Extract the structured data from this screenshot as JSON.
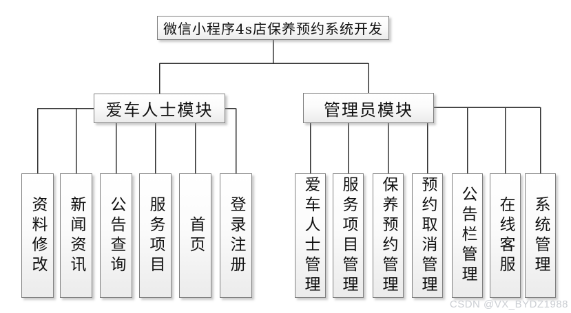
{
  "diagram": {
    "root_label": "微信小程序4s店保养预约系统开发",
    "modules": [
      {
        "label": "爱车人士模块",
        "children": [
          "资料修改",
          "新闻资讯",
          "公告查询",
          "服务项目",
          "首页",
          "登录注册"
        ]
      },
      {
        "label": "管理员模块",
        "children": [
          "爱车人士管理",
          "服务项目管理",
          "保养预约管理",
          "预约取消管理",
          "公告栏管理",
          "在线客服",
          "系统管理"
        ]
      }
    ]
  },
  "watermark": {
    "text": "CSDN @VX_BYDZ1988"
  },
  "colors": {
    "background": "#ffffff",
    "box_border": "#7f7f7f",
    "box_fill_top": "#ffffff",
    "box_fill_bottom": "#ebebeb",
    "connector_line": "#2f2f2f",
    "text": "#111111",
    "watermark_text": "#cbced3"
  }
}
